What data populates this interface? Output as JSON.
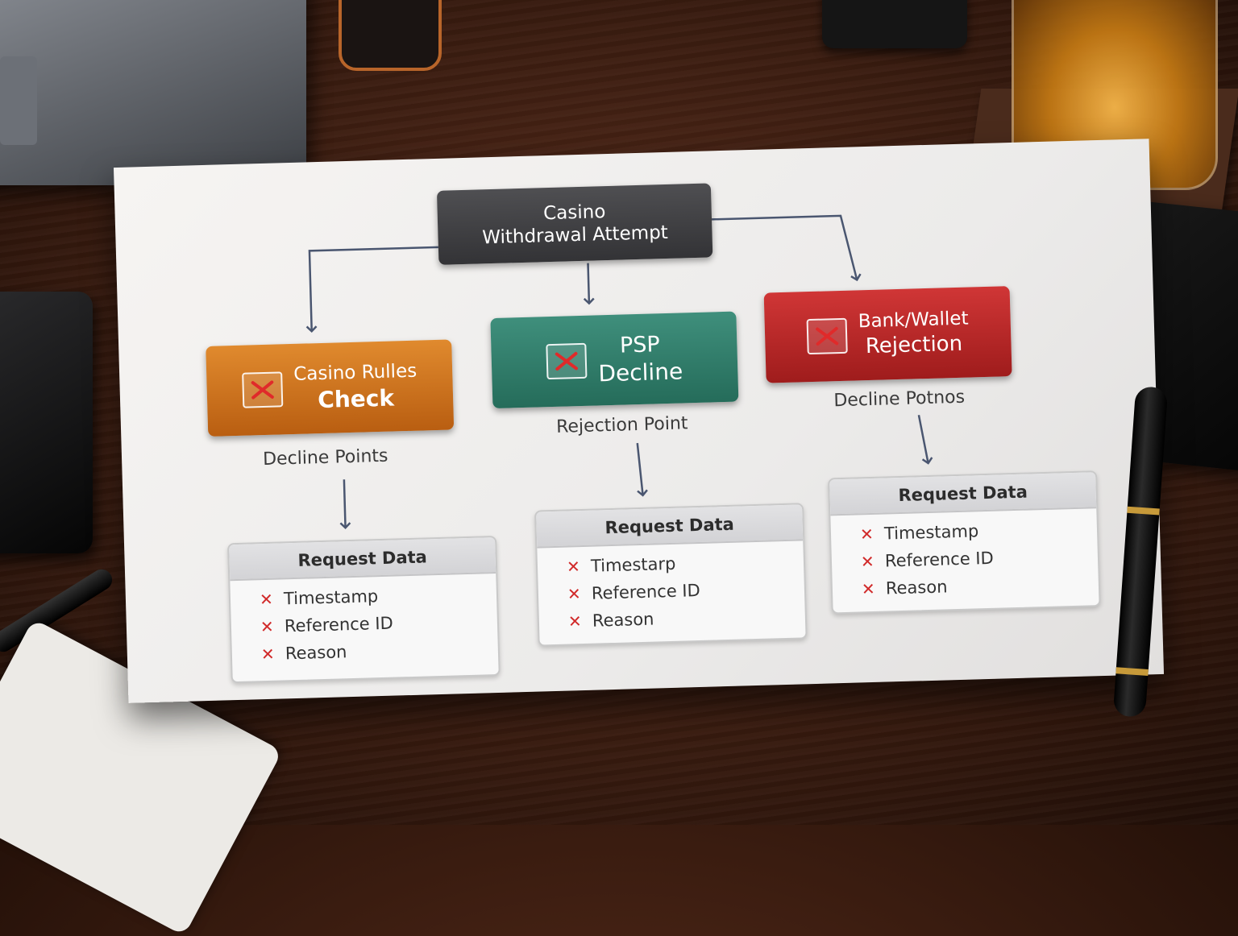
{
  "root": {
    "line1": "Casino",
    "line2": "Withdrawal Attempt"
  },
  "branches": [
    {
      "key": "casino",
      "title_line1": "Casino Rulles",
      "title_line2": "Check",
      "caption": "Decline Points",
      "color": "#d0761f"
    },
    {
      "key": "psp",
      "title_line1": "PSP",
      "title_line2": "Decline",
      "caption": "Rejection Point",
      "color": "#2f7d6b"
    },
    {
      "key": "bank",
      "title_line1": "Bank/Wallet",
      "title_line2": "Rejection",
      "caption": "Decline Potnos",
      "color": "#b82727"
    }
  ],
  "cards": [
    {
      "header": "Request Data",
      "items": [
        "Timestamp",
        "Reference ID",
        "Reason"
      ]
    },
    {
      "header": "Request Data",
      "items": [
        "Timestarp",
        "Reference ID",
        "Reason"
      ]
    },
    {
      "header": "Request Data",
      "items": [
        "Timestamp",
        "Reference ID",
        "Reason"
      ]
    }
  ],
  "icons": {
    "node_icon": "x-box-icon",
    "list_icon": "cross-icon"
  },
  "colors": {
    "root": "#3f3f42",
    "arrow": "#4a5670",
    "cross": "#d12a2a"
  }
}
